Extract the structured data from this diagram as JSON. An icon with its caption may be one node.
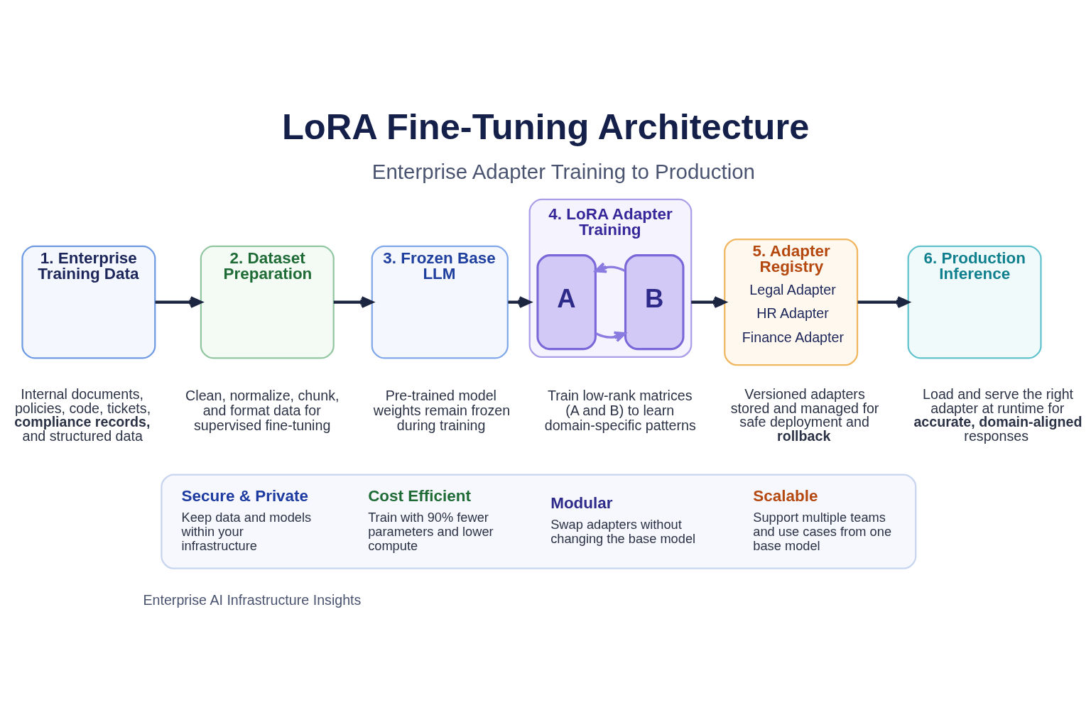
{
  "diagram": {
    "title": "LoRA Fine-Tuning Architecture",
    "nodes": [
      {
        "text": [
          "1. Enterprise Training Data"
        ],
        "beside": [
          "Internal documents, policies, code, tickets, **compliance records,** and structured data"
        ]
      },
      {
        "text": [
          "2. Dataset Preparation"
        ],
        "beside": [
          "Clean, normalize, chunk, and format data for supervised fine-tuning"
        ]
      },
      {
        "text": [
          "3. Frozen Base LLM"
        ],
        "beside": [
          "Pre-trained model weights remain frozen during training"
        ]
      },
      {
        "text": [
          "4. LoRA Adapter Training"
        ],
        "beside": [
          "Train low-rank matrices (A and B) to learn domain-specific patterns"
        ]
      },
      {
        "text": [
          "A"
        ],
        "in": 3
      },
      {
        "text": [
          "B"
        ],
        "in": 3
      },
      {
        "text": [
          "5. Adapter Registry",
          "Legal Adapter",
          "HR Adapter",
          "Finance Adapter"
        ],
        "beside": [
          "Versioned adapters stored and managed for safe deployment and **rollback**"
        ]
      },
      {
        "text": [
          "6. Production Inference"
        ],
        "beside": [
          "Load and serve the right adapter at runtime for **accurate, domain-aligned** responses"
        ]
      },
      {
        "text": [],
        "shape": "box"
      },
      {
        "text": [
          "Secure & Private",
          "Keep data and models within your infrastructure"
        ],
        "in": 8
      },
      {
        "text": [
          "Cost Efficient",
          "Train with 90% fewer parameters and lower compute"
        ],
        "in": 8
      },
      {
        "text": [
          "Modular",
          "Swap adapters without changing the base model"
        ],
        "in": 8
      },
      {
        "text": [
          "Scalable",
          "Support multiple teams and use cases from one base model"
        ],
        "in": 8
      }
    ],
    "edges": [
      {
        "from": 0,
        "to": 1,
        "arrow": "to"
      },
      {
        "from": 1,
        "to": 2,
        "arrow": "to"
      },
      {
        "from": 2,
        "to": 3,
        "arrow": "to"
      },
      {
        "from": 4,
        "to": 5,
        "arrow": "to",
        "color": "#8a7be0"
      },
      {
        "from": 5,
        "to": 4,
        "arrow": "to",
        "color": "#8a7be0"
      },
      {
        "from": 3,
        "to": 6,
        "arrow": "to"
      },
      {
        "from": 6,
        "to": 7,
        "arrow": "to"
      }
    ],
    "labels": [
      "Enterprise Adapter Training to Production",
      "Enterprise AI Infrastructure Insights"
    ]
  }
}
